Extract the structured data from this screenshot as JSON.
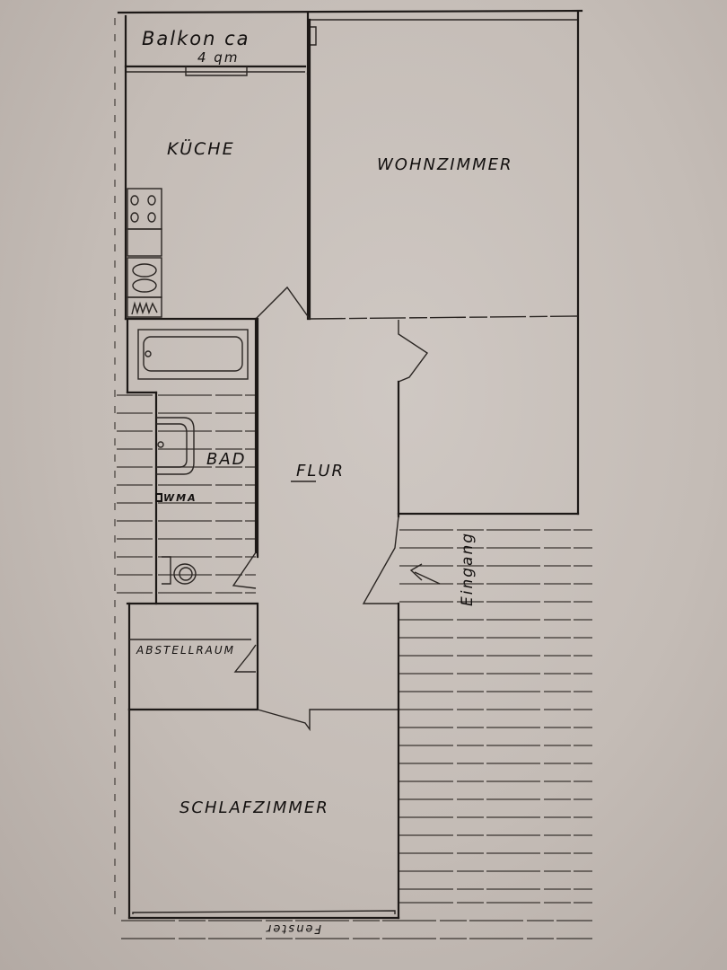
{
  "floorplan": {
    "balcony": {
      "label_line1": "Balkon ca",
      "label_line2": "4 qm"
    },
    "rooms": {
      "kitchen": "KÜCHE",
      "living_room": "WOHNZIMMER",
      "bathroom": "BAD",
      "washing_machine": "WMA",
      "hallway": "FLUR",
      "storage": "ABSTELLRAUM",
      "bedroom": "SCHLAFZIMMER"
    },
    "entrance": {
      "label": "Eingang",
      "arrow": "arrow-up-left"
    },
    "window_note": {
      "label": "Fenster",
      "orientation": "upside-down"
    },
    "colors": {
      "paper": "#c8c0bb",
      "ink": "#1d1917"
    }
  }
}
